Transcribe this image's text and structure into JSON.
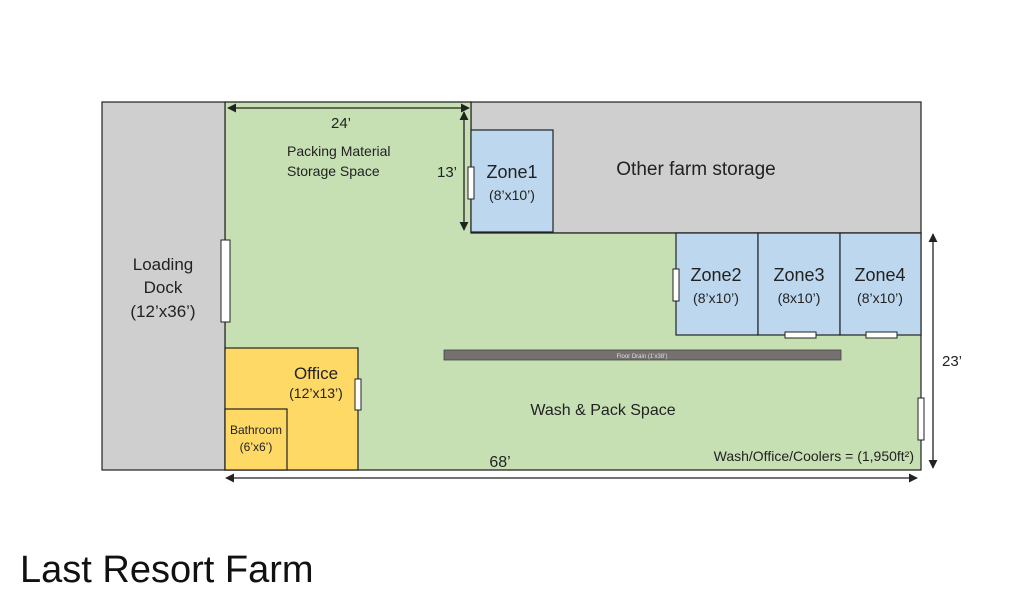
{
  "title": "Last Resort Farm",
  "rooms": {
    "loading_dock": {
      "name_line1": "Loading",
      "name_line2": "Dock",
      "size": "(12’x36’)"
    },
    "packing": {
      "line1": "Packing Material",
      "line2": "Storage Space"
    },
    "other_storage": {
      "name": "Other farm storage"
    },
    "zone1": {
      "name": "Zone1",
      "size": "(8’x10’)"
    },
    "zone2": {
      "name": "Zone2",
      "size": "(8’x10’)"
    },
    "zone3": {
      "name": "Zone3",
      "size": "(8x10’)"
    },
    "zone4": {
      "name": "Zone4",
      "size": "(8’x10’)"
    },
    "office": {
      "name": "Office",
      "size": "(12’x13’)"
    },
    "bathroom": {
      "name": "Bathroom",
      "size": "(6’x6’)"
    },
    "wash_pack": {
      "name": "Wash & Pack Space"
    },
    "floor_drain": {
      "label": "Floor Drain (1’x38’)"
    }
  },
  "dimensions": {
    "top_width": "24’",
    "zone1_height": "13’",
    "right_height": "23’",
    "bottom_width": "68’"
  },
  "area_note": "Wash/Office/Coolers = (1,950ft²)",
  "colors": {
    "gray_area": "#d0cfd0",
    "wash_green": "#c6e0b4",
    "zone_blue": "#bdd7ee",
    "office_yellow": "#ffd966",
    "drain_gray": "#767171",
    "outline": "#222222"
  }
}
